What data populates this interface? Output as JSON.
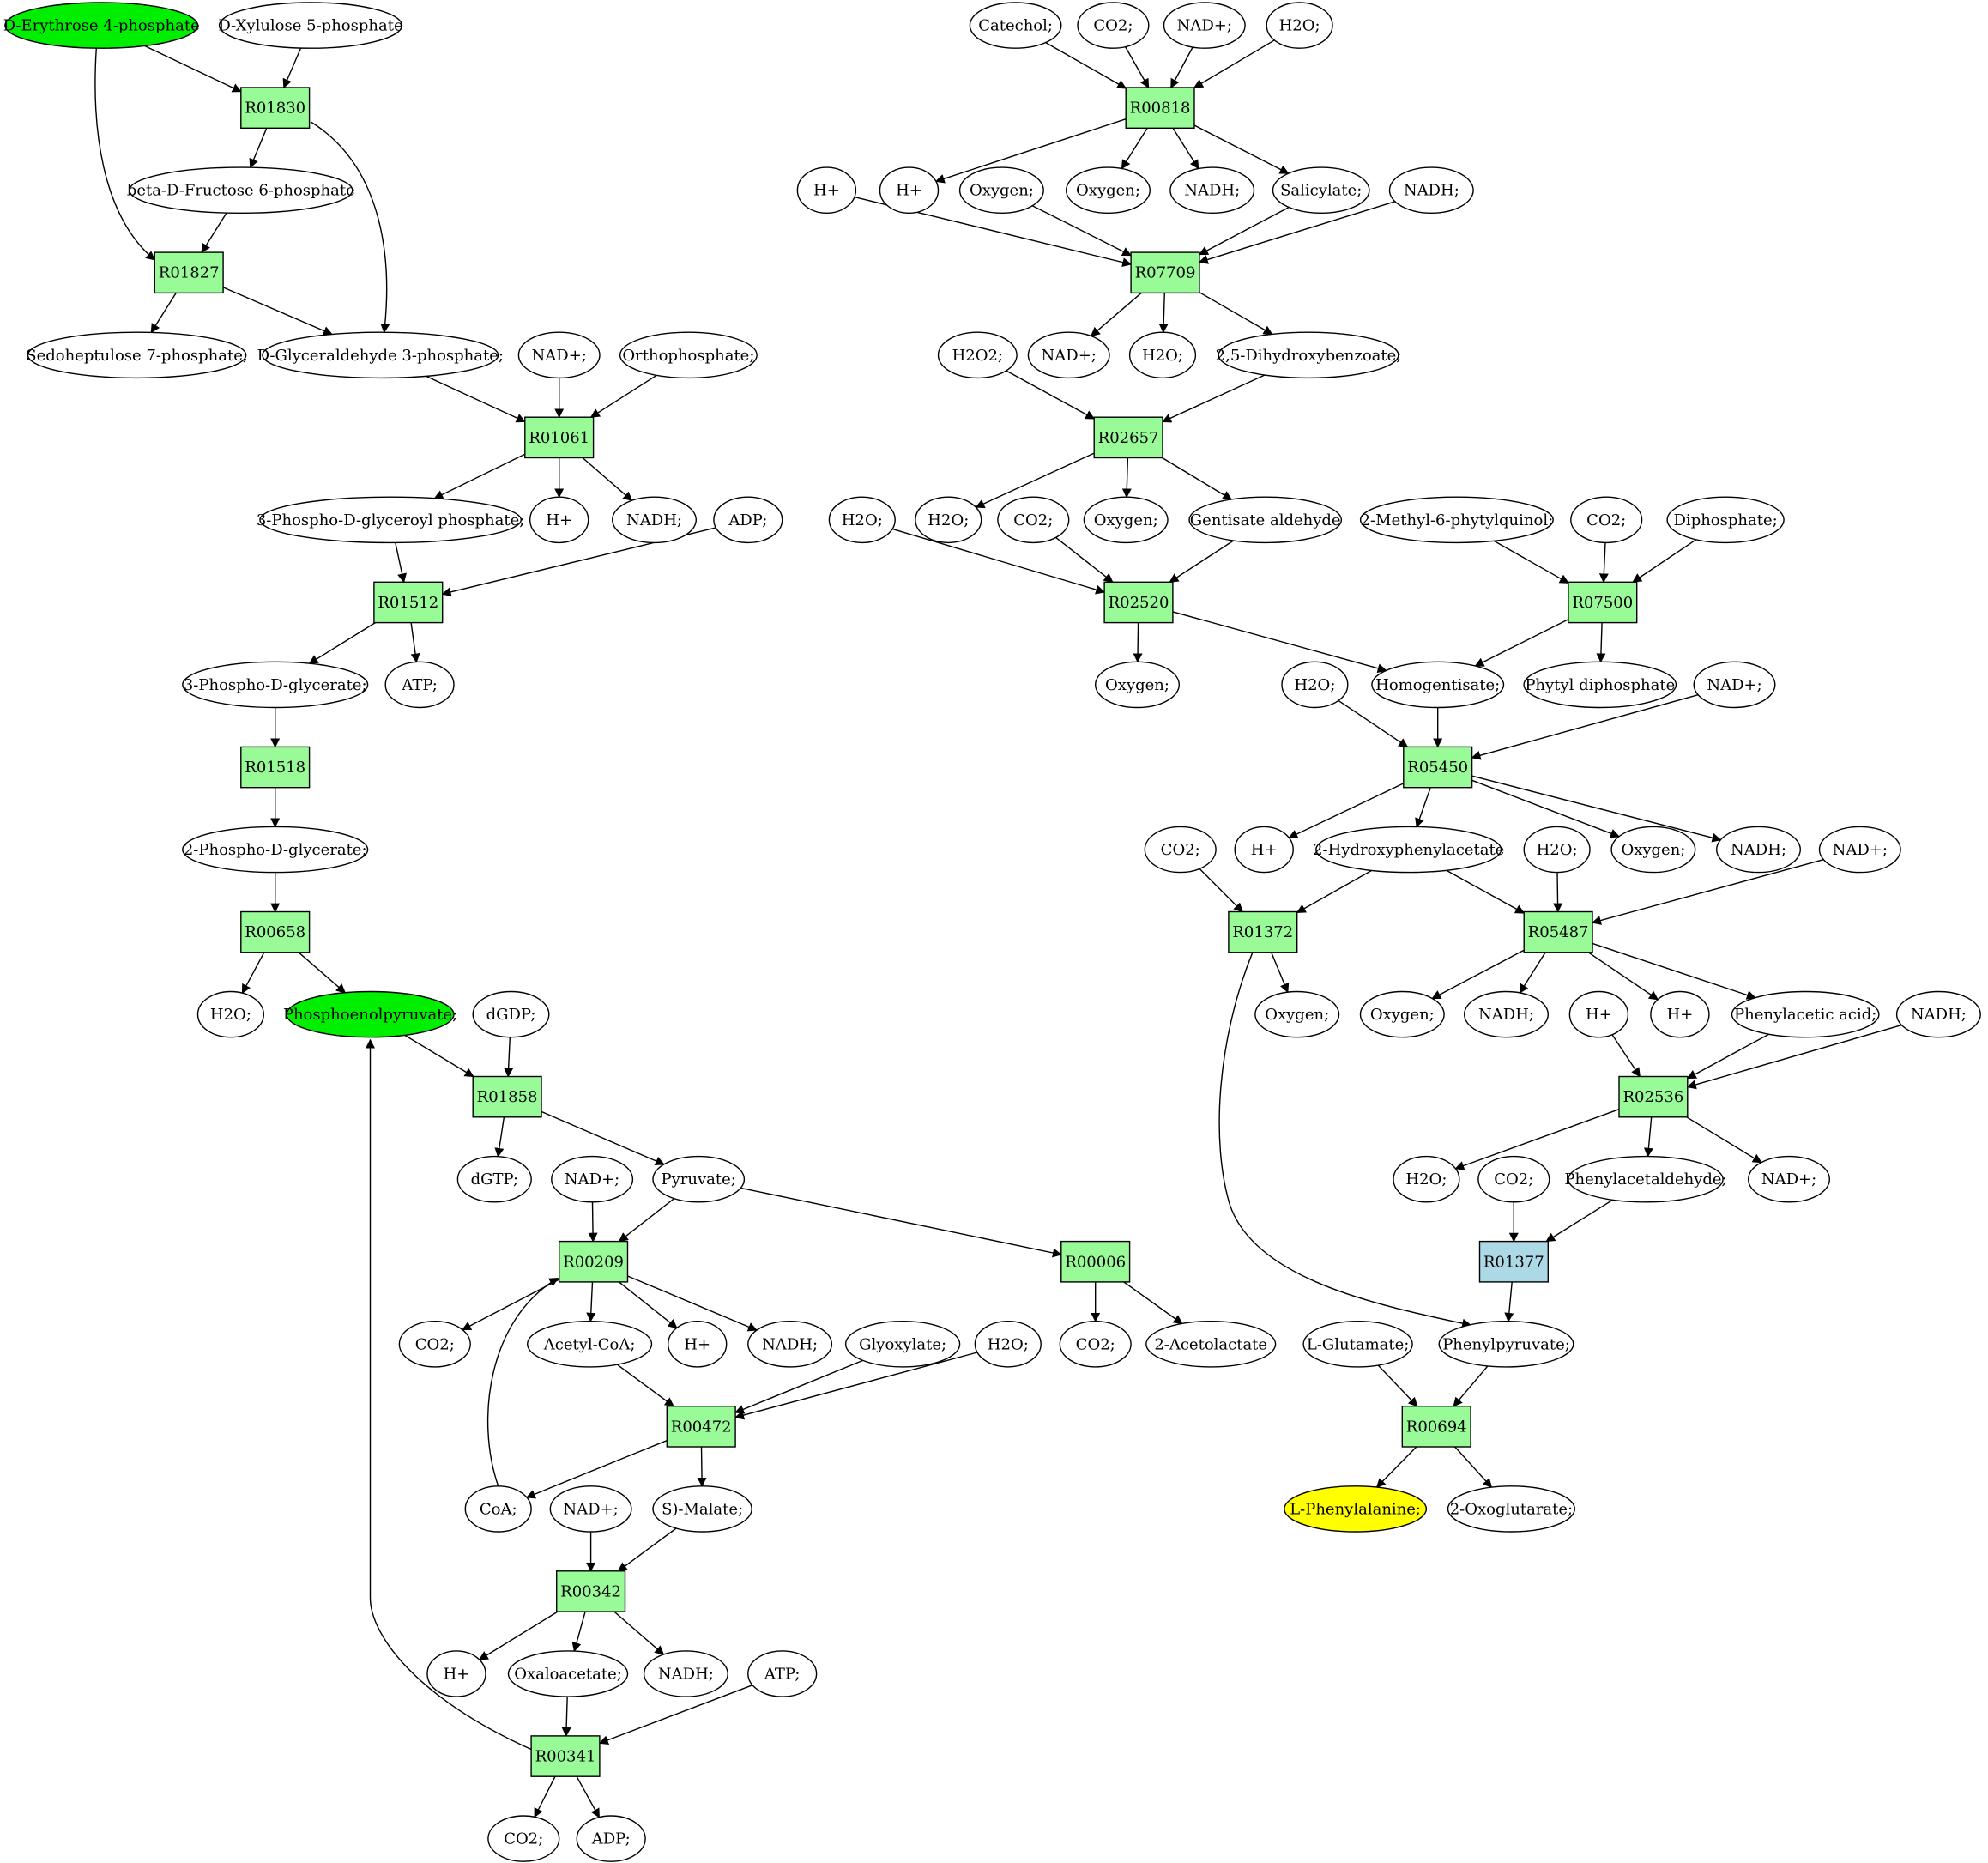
{
  "colors": {
    "reaction": "#98fb98",
    "reaction_alt": "#add8e6",
    "start": "#00ee00",
    "target": "#ffff00",
    "compound": "#ffffff"
  },
  "compounds": {
    "e4p": "D-Erythrose 4-phosphate",
    "xu5p": "D-Xylulose 5-phosphate",
    "f6p": "beta-D-Fructose 6-phosphate",
    "s7p": "Sedoheptulose 7-phosphate;",
    "g3p": "D-Glyceraldehyde 3-phosphate;",
    "nad1": "NAD+;",
    "orthop": "Orthophosphate;",
    "pgp": "3-Phospho-D-glyceroyl phosphate;",
    "hplus1": "H+",
    "nadh1": "NADH;",
    "adp1": "ADP;",
    "pga3": "3-Phospho-D-glycerate;",
    "atp1": "ATP;",
    "pga2": "2-Phospho-D-glycerate;",
    "h2o1": "H2O;",
    "pep": "Phosphoenolpyruvate;",
    "dgdp": "dGDP;",
    "dgtp": "dGTP;",
    "nad2": "NAD+;",
    "pyr": "Pyruvate;",
    "co2a": "CO2;",
    "acoa": "Acetyl-CoA;",
    "hplus2": "H+",
    "nadh2": "NADH;",
    "glyox": "Glyoxylate;",
    "h2o2": "H2O;",
    "co2b": "CO2;",
    "acetolac": "2-Acetolactate",
    "coa": "CoA;",
    "nad3": "NAD+;",
    "smal": "S)-Malate;",
    "hplus3": "H+",
    "oaa": "Oxaloacetate;",
    "nadh3": "NADH;",
    "atp2": "ATP;",
    "co2c": "CO2;",
    "adp2": "ADP;",
    "catechol": "Catechol;",
    "co2d": "CO2;",
    "nad4": "NAD+;",
    "h2o3": "H2O;",
    "hplus4": "H+",
    "hplus5": "H+",
    "oxy1": "Oxygen;",
    "oxy2": "Oxygen;",
    "nadh4": "NADH;",
    "salic": "Salicylate;",
    "nadh5": "NADH;",
    "h2o2a": "H2O2;",
    "nad5": "NAD+;",
    "h2o4": "H2O;",
    "dhb": "2,5-Dihydroxybenzoate;",
    "h2o5": "H2O;",
    "h2o6": "H2O;",
    "co2e": "CO2;",
    "oxy3": "Oxygen;",
    "gentald": "Gentisate aldehyde",
    "mpq": "2-Methyl-6-phytylquinol;",
    "co2f": "CO2;",
    "diphos": "Diphosphate;",
    "oxy4": "Oxygen;",
    "h2o7": "H2O;",
    "homog": "Homogentisate;",
    "phytdp": "Phytyl diphosphate",
    "nad6": "NAD+;",
    "co2g": "CO2;",
    "hplus6": "H+",
    "hpa": "2-Hydroxyphenylacetate",
    "h2o8": "H2O;",
    "oxy5": "Oxygen;",
    "nadh6": "NADH;",
    "nad7": "NAD+;",
    "oxy6": "Oxygen;",
    "oxy7": "Oxygen;",
    "nadh7": "NADH;",
    "hplus7": "H+",
    "hplus8": "H+",
    "paa": "Phenylacetic acid;",
    "nadh8": "NADH;",
    "h2o9": "H2O;",
    "co2h": "CO2;",
    "phald": "Phenylacetaldehyde;",
    "nad8": "NAD+;",
    "lglu": "L-Glutamate;",
    "phpyr": "Phenylpyruvate;",
    "lphe": "L-Phenylalanine;",
    "oxoglu": "2-Oxoglutarate;"
  },
  "reactions": {
    "R01830": "R01830",
    "R01827": "R01827",
    "R01061": "R01061",
    "R01512": "R01512",
    "R01518": "R01518",
    "R00658": "R00658",
    "R01858": "R01858",
    "R00209": "R00209",
    "R00006": "R00006",
    "R00472": "R00472",
    "R00342": "R00342",
    "R00341": "R00341",
    "R00818": "R00818",
    "R07709": "R07709",
    "R02657": "R02657",
    "R02520": "R02520",
    "R07500": "R07500",
    "R05450": "R05450",
    "R01372": "R01372",
    "R05487": "R05487",
    "R02536": "R02536",
    "R01377": "R01377",
    "R00694": "R00694"
  }
}
